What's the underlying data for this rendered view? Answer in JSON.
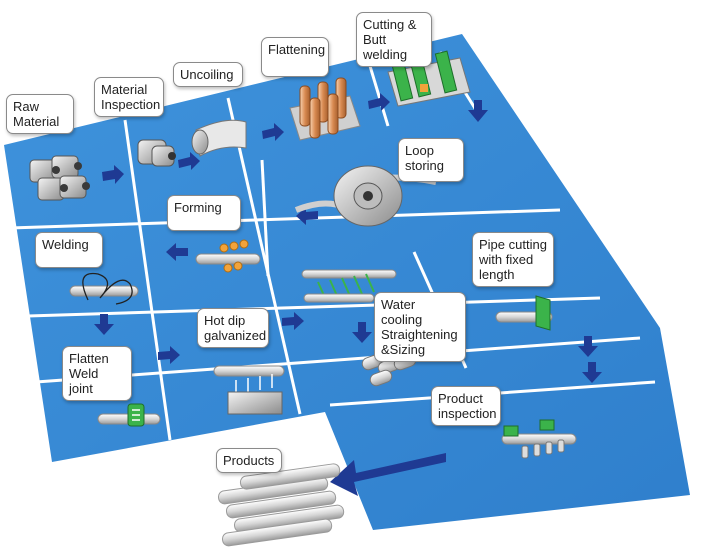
{
  "colors": {
    "panel": "#3d8fd9",
    "panel_divider": "#ffffff",
    "arrow": "#1f3a93",
    "label_border": "#8a8a8a",
    "pipe": "#dcdcdc",
    "green": "#3bb34a",
    "orange": "#f2a33a"
  },
  "steps": {
    "raw_material": "Raw\nMaterial",
    "material_inspection": "Material\nInspection",
    "uncoiling": "Uncoiling",
    "flattening": "Flattening",
    "cutting_butt_welding": "Cutting &\nButt welding",
    "loop_storing": "Loop\nstoring",
    "forming": "Forming",
    "welding": "Welding",
    "pipe_cutting": "Pipe cutting\nwith fixed\nlength",
    "water_cooling": "Water cooling\nStraightening\n&Sizing",
    "hot_dip": "Hot dip\ngalvanized",
    "flatten_weld": "Flatten\nWeld joint",
    "product_inspection": "Product\ninspection",
    "products": "Products"
  },
  "icons": {
    "raw_material": "steel-coil-stack-icon",
    "material_inspection": "steel-coil-icon",
    "uncoiling": "uncoiled-strip-icon",
    "flattening": "flattening-rollers-icon",
    "cutting_butt_welding": "butt-welding-machine-icon",
    "loop_storing": "loop-accumulator-icon",
    "forming": "forming-rolls-icon",
    "welding": "weld-seam-pipe-icon",
    "pipe_cutting": "pipe-cutter-icon",
    "water_cooling": "sizing-rolls-icon",
    "hot_dip": "galvanizing-bath-icon",
    "flatten_weld": "weld-joint-flatten-icon",
    "product_inspection": "inspection-clamp-icon",
    "products": "pipe-bundle-icon"
  }
}
